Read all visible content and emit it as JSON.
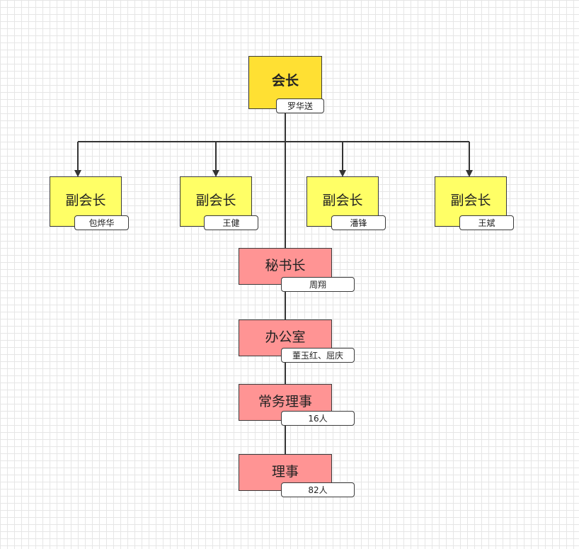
{
  "chart": {
    "president": {
      "title": "会长",
      "name": "罗华送"
    },
    "vice_presidents": [
      {
        "title": "副会长",
        "name": "包烨华"
      },
      {
        "title": "副会长",
        "name": "王健"
      },
      {
        "title": "副会长",
        "name": "潘锋"
      },
      {
        "title": "副会长",
        "name": "王斌"
      }
    ],
    "secretary_general": {
      "title": "秘书长",
      "name": "周翔"
    },
    "office": {
      "title": "办公室",
      "name": "董玉红、屈庆"
    },
    "executive_directors": {
      "title": "常务理事",
      "name": "16人"
    },
    "directors": {
      "title": "理事",
      "name": "82人"
    }
  },
  "colors": {
    "president_fill": "#ffe033",
    "vice_president_fill": "#ffff66",
    "department_fill": "#ff9494",
    "line": "#333333"
  }
}
